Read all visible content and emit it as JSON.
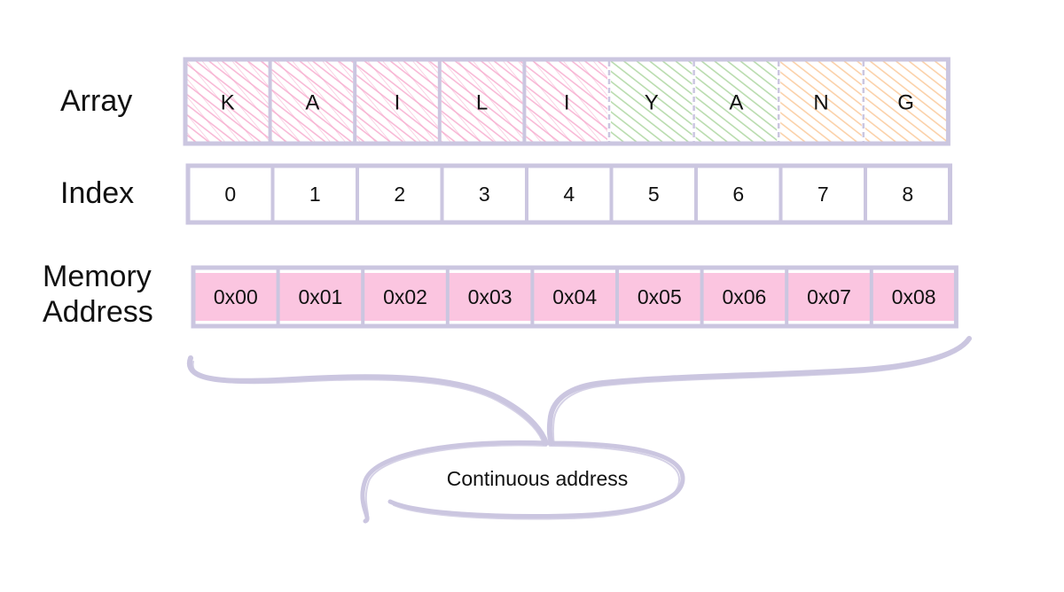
{
  "rows": {
    "array_label": "Array",
    "index_label": "Index",
    "memory_label_line1": "Memory",
    "memory_label_line2": "Address"
  },
  "cells": [
    {
      "char": "K",
      "index": "0",
      "address": "0x00",
      "group": "pink"
    },
    {
      "char": "A",
      "index": "1",
      "address": "0x01",
      "group": "pink"
    },
    {
      "char": "I",
      "index": "2",
      "address": "0x02",
      "group": "pink"
    },
    {
      "char": "L",
      "index": "3",
      "address": "0x03",
      "group": "pink"
    },
    {
      "char": "I",
      "index": "4",
      "address": "0x04",
      "group": "pink"
    },
    {
      "char": "Y",
      "index": "5",
      "address": "0x05",
      "group": "green"
    },
    {
      "char": "A",
      "index": "6",
      "address": "0x06",
      "group": "green"
    },
    {
      "char": "N",
      "index": "7",
      "address": "0x07",
      "group": "orange"
    },
    {
      "char": "G",
      "index": "8",
      "address": "0x08",
      "group": "orange"
    }
  ],
  "annotation": {
    "text": "Continuous address"
  },
  "colors": {
    "border": "#cbc6e0",
    "pink_hatch": "#f8b9d6",
    "green_hatch": "#b9dcae",
    "orange_hatch": "#fbd1a9",
    "memory_fill": "#fbc5e0",
    "text": "#111111"
  }
}
